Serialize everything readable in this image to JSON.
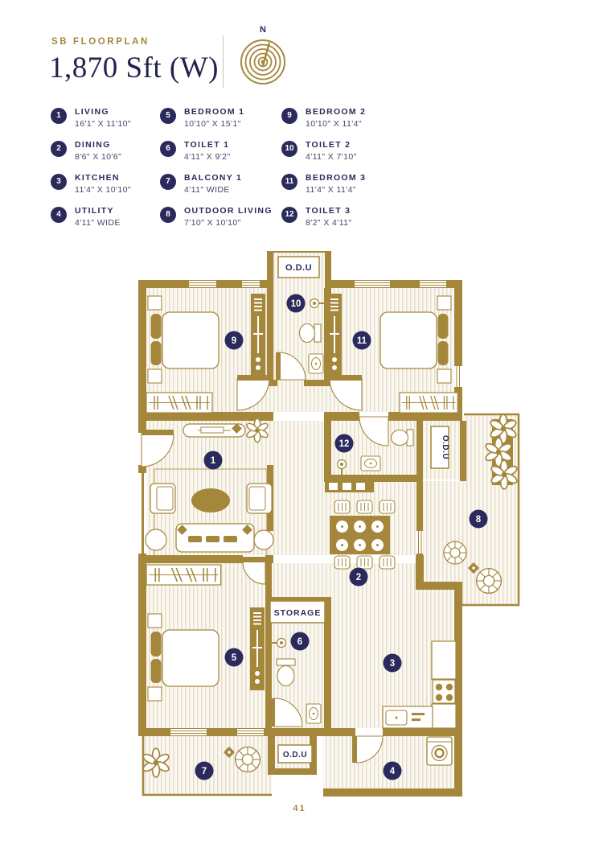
{
  "header": {
    "eyebrow": "SB FLOORPLAN",
    "title": "1,870 Sft (W)",
    "compass_label": "N"
  },
  "legend": {
    "items": [
      {
        "number": "1",
        "name": "LIVING",
        "dims": "16'1\" X 11'10\""
      },
      {
        "number": "2",
        "name": "DINING",
        "dims": "8'6\" X 10'6\""
      },
      {
        "number": "3",
        "name": "KITCHEN",
        "dims": "11'4\" X 10'10\""
      },
      {
        "number": "4",
        "name": "UTILITY",
        "dims": "4'11\" WIDE"
      },
      {
        "number": "5",
        "name": "BEDROOM 1",
        "dims": "10'10\" X 15'1\""
      },
      {
        "number": "6",
        "name": "TOILET 1",
        "dims": "4'11\" X 9'2\""
      },
      {
        "number": "7",
        "name": "BALCONY 1",
        "dims": "4'11\" WIDE"
      },
      {
        "number": "8",
        "name": "OUTDOOR LIVING",
        "dims": "7'10\" X 10'10\""
      },
      {
        "number": "9",
        "name": "BEDROOM 2",
        "dims": "10'10\" X 11'4\""
      },
      {
        "number": "10",
        "name": "TOILET 2",
        "dims": "4'11\" X 7'10\""
      },
      {
        "number": "11",
        "name": "BEDROOM 3",
        "dims": "11'4\" X 11'4\""
      },
      {
        "number": "12",
        "name": "TOILET 3",
        "dims": "8'2\" X 4'11\""
      }
    ]
  },
  "floorplan": {
    "markers": [
      {
        "number": "1"
      },
      {
        "number": "2"
      },
      {
        "number": "3"
      },
      {
        "number": "4"
      },
      {
        "number": "5"
      },
      {
        "number": "6"
      },
      {
        "number": "7"
      },
      {
        "number": "8"
      },
      {
        "number": "9"
      },
      {
        "number": "10"
      },
      {
        "number": "11"
      },
      {
        "number": "12"
      }
    ],
    "labels": {
      "odu_top": "O.D.U",
      "odu_right": "O.D.U",
      "odu_bottom": "O.D.U",
      "storage": "STORAGE"
    }
  },
  "footer": {
    "page_number": "41"
  },
  "colors": {
    "gold": "#A5873C",
    "navy": "#2B2A5C"
  }
}
